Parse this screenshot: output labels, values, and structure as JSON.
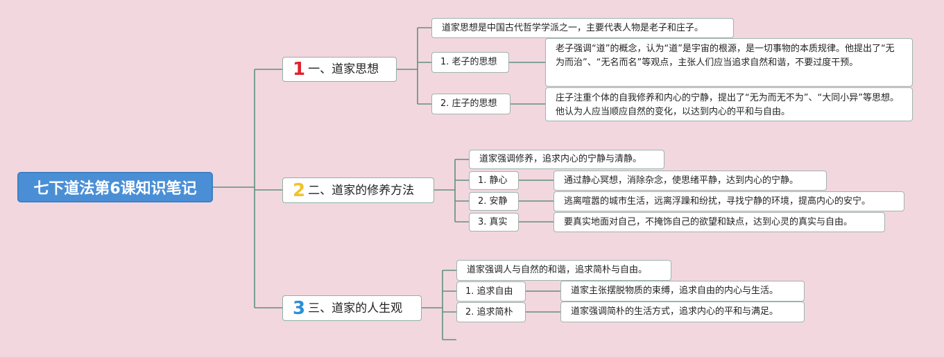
{
  "root": "七下道法第6课知识笔记",
  "branches": [
    {
      "num": "1",
      "num_color": "#e0222c",
      "label": "一、道家思想",
      "intro": "道家思想是中国古代哲学学派之一，主要代表人物是老子和庄子。",
      "subs": [
        {
          "label": "1. 老子的思想",
          "detail": "老子强调“道”的概念，认为“道”是宇宙的根源，是一切事物的本质规律。他提出了“无为而治”、“无名而名”等观点，主张人们应当追求自然和谐，不要过度干预。"
        },
        {
          "label": "2. 庄子的思想",
          "detail": "庄子注重个体的自我修养和内心的宁静，提出了“无为而无不为”、“大同小异”等思想。他认为人应当顺应自然的变化，以达到内心的平和与自由。"
        }
      ]
    },
    {
      "num": "2",
      "num_color": "#f2c12e",
      "label": "二、道家的修养方法",
      "intro": "道家强调修养，追求内心的宁静与清静。",
      "subs": [
        {
          "label": "1. 静心",
          "detail": "通过静心冥想，消除杂念，使思绪平静，达到内心的宁静。"
        },
        {
          "label": "2. 安静",
          "detail": "逃离喧嚣的城市生活，远离浮躁和纷扰，寻找宁静的环境，提高内心的安宁。"
        },
        {
          "label": "3. 真实",
          "detail": "要真实地面对自己，不掩饰自己的欲望和缺点，达到心灵的真实与自由。"
        }
      ]
    },
    {
      "num": "3",
      "num_color": "#2b8fd8",
      "label": "三、道家的人生观",
      "intro": "道家强调人与自然的和谐，追求简朴与自由。",
      "subs": [
        {
          "label": "1. 追求自由",
          "detail": "道家主张摆脱物质的束缚，追求自由的内心与生活。"
        },
        {
          "label": "2. 追求简朴",
          "detail": "道家强调简朴的生活方式，追求内心的平和与满足。"
        }
      ]
    }
  ],
  "colors": {
    "background": "#f2d7df",
    "root": "#4a8fd6",
    "connector": "#5f8f80"
  }
}
